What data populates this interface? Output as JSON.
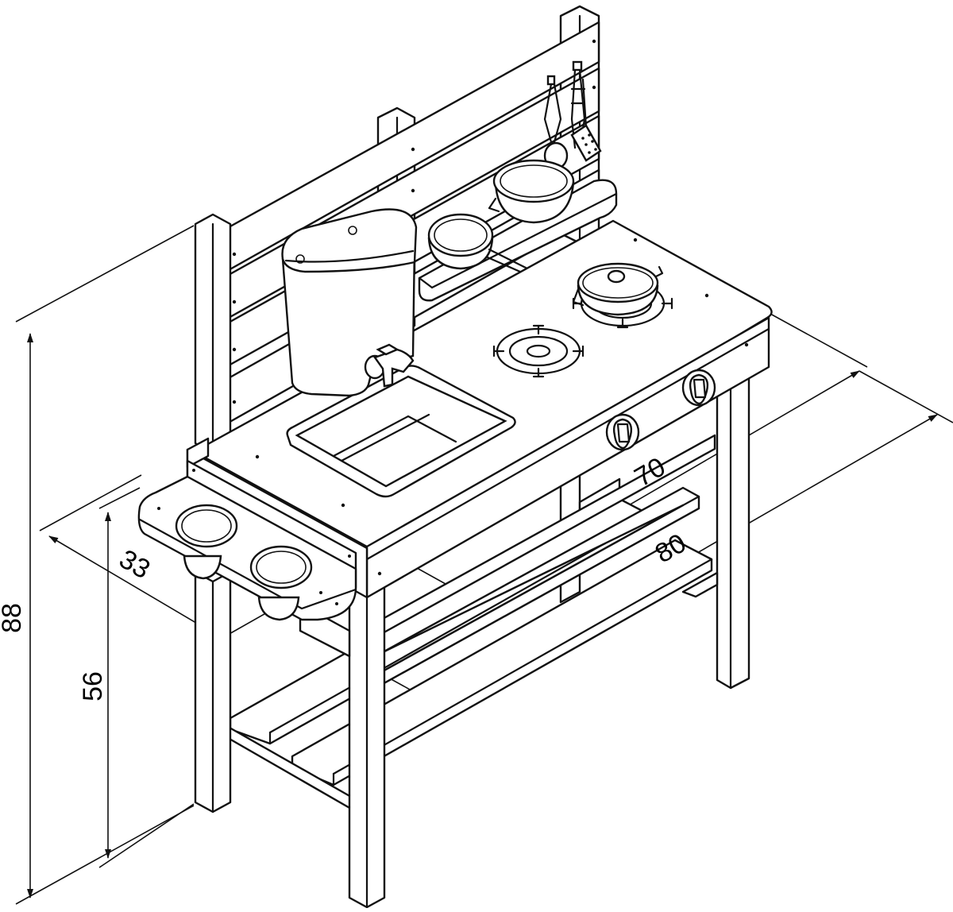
{
  "dimensions": {
    "height_total": "88",
    "height_worktop": "56",
    "depth": "33",
    "width_worktop": "70",
    "width_total": "80"
  }
}
